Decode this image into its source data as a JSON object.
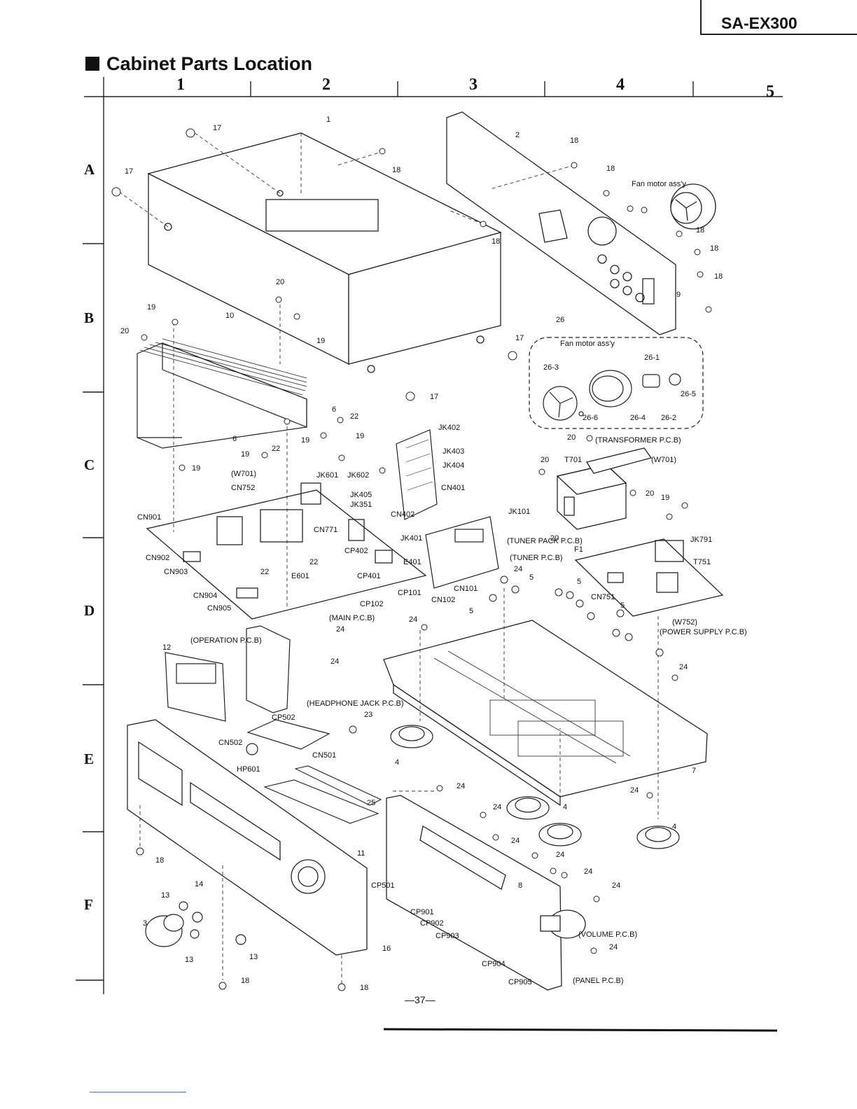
{
  "header": {
    "model": "SA-EX300",
    "title": "Cabinet Parts Location"
  },
  "grid": {
    "columns": [
      "1",
      "2",
      "3",
      "4",
      "5"
    ],
    "rows": [
      "A",
      "B",
      "C",
      "D",
      "E",
      "F"
    ]
  },
  "page_number": "—37—",
  "labels": {
    "top_cover": "1",
    "rear_panel": "2",
    "knob": "3",
    "foot": "4",
    "chassis": "7",
    "fan_motor_top": "Fan motor ass'y",
    "fan_motor_detail": "Fan motor ass'y",
    "fan_26": "26",
    "fan_26_1": "26-1",
    "fan_26_2": "26-2",
    "fan_26_3": "26-3",
    "fan_26_4": "26-4",
    "fan_26_5": "26-5",
    "fan_26_6": "26-6",
    "heatsink": "10",
    "transformer_pcb": "(TRANSFORMER P.C.B)",
    "t701": "T701",
    "w701_right": "(W701)",
    "w701_left": "(W701)",
    "jk791": "JK791",
    "t751": "T751",
    "f1": "F1",
    "cn751": "CN751",
    "w752": "(W752)",
    "power_supply_pcb": "(POWER SUPPLY P.C.B)",
    "main_pcb": "(MAIN P.C.B)",
    "cn901": "CN901",
    "cn902": "CN902",
    "cn903": "CN903",
    "cn904": "CN904",
    "cn905": "CN905",
    "cn752": "CN752",
    "cn771": "CN771",
    "e601": "E601",
    "cp402": "CP402",
    "cp401": "CP401",
    "cp102": "CP102",
    "e401": "E401",
    "jk601": "JK601",
    "jk602": "JK602",
    "jk405": "JK405",
    "jk351": "JK351",
    "jk401": "JK401",
    "jk402": "JK402",
    "jk403": "JK403",
    "jk404": "JK404",
    "cn401": "CN401",
    "cn402": "CN402",
    "jk101": "JK101",
    "tuner_pack_pcb": "(TUNER PACK P.C.B)",
    "tuner_pcb": "(TUNER P.C.B)",
    "cp101": "CP101",
    "cn101": "CN101",
    "cn102": "CN102",
    "operation_pcb": "(OPERATION P.C.B)",
    "part12": "12",
    "headphone_pcb": "(HEADPHONE JACK P.C.B)",
    "cp502": "CP502",
    "cn502": "CN502",
    "cn501": "CN501",
    "hp601": "HP601",
    "part25": "25",
    "part11": "11",
    "part16": "16",
    "part14": "14",
    "part13": "13",
    "part8": "8",
    "cp501": "CP501",
    "cp901": "CP901",
    "cp902": "CP902",
    "cp903": "CP903",
    "cp904": "CP904",
    "cp905": "CP905",
    "volume_pcb": "(VOLUME P.C.B)",
    "panel_pcb": "(PANEL P.C.B)",
    "part9": "9",
    "part5": "5",
    "part6": "6",
    "part17": "17",
    "part18": "18",
    "part19": "19",
    "part20": "20",
    "part22": "22",
    "part23": "23",
    "part24": "24"
  }
}
